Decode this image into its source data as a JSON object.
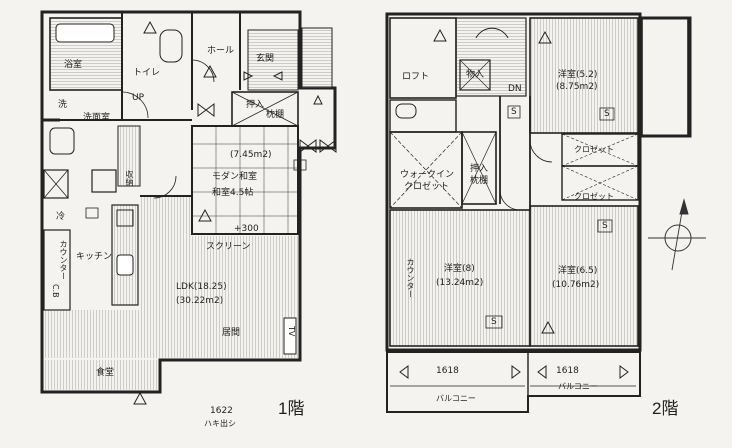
{
  "floor1": {
    "floor_label": "1階",
    "rooms": {
      "bath": "浴室",
      "toilet": "トイレ",
      "hall": "ホール",
      "entrance": "玄関",
      "up": "UP",
      "closet": "押入",
      "closet_upper": "枕棚",
      "washroom": "洗面室",
      "wash_bowl": "洗",
      "fridge": "冷",
      "storage": "収納",
      "japanese_area": "(7.45m2)",
      "japanese_room": "モダン和室",
      "japanese_size": "和室4.5帖",
      "floor_diff": "+300",
      "screen": "スクリーン",
      "kitchen": "キッチン",
      "kitchen_counter": "カウンター",
      "ldk": "LDK(18.25)",
      "ldk_area": "(30.22m2)",
      "dining": "食堂",
      "living": "居間",
      "tv": "TV",
      "cupboard": "C.B",
      "dim": "1622",
      "window": "ハキ出シ"
    }
  },
  "floor2": {
    "floor_label": "2階",
    "rooms": {
      "void": "ロフト",
      "storage": "物入",
      "down": "DN",
      "bedroom1": "洋室(5.2)",
      "bedroom1_area": "(8.75m2)",
      "walkin": "ウォークイン",
      "walkin2": "クロゼット",
      "closet": "押入",
      "closet_upper": "枕棚",
      "closet_a": "クロゼット",
      "closet_b": "クロゼット",
      "bedroom2": "洋室(8)",
      "bedroom2_area": "(13.24m2)",
      "bedroom3": "洋室(6.5)",
      "bedroom3_area": "(10.76m2)",
      "balcony_left_dim": "1618",
      "balcony_right_dim": "1618",
      "balcony_left": "バルコニー",
      "balcony_right": "バルコニー",
      "s": "S",
      "counter": "カウンター"
    }
  }
}
